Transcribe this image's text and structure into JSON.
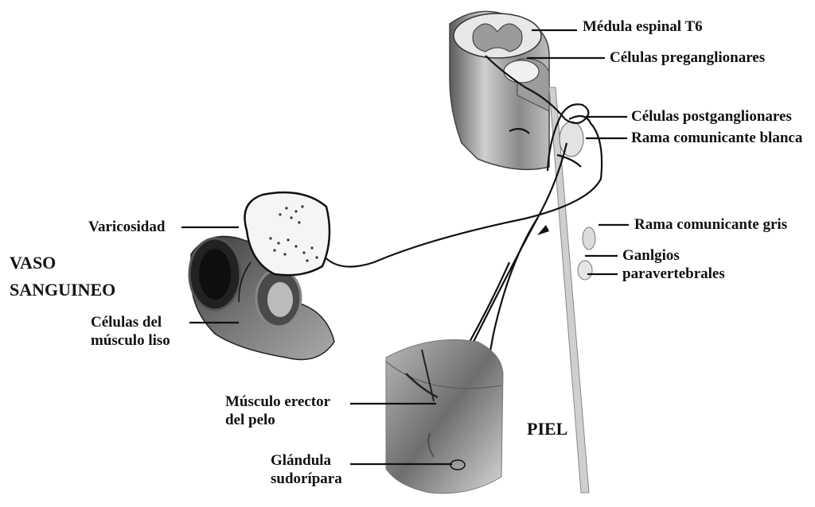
{
  "labels": {
    "medula": "Médula espinal T6",
    "pregang": "Células preganglionares",
    "postgang": "Células postganglionares",
    "rama_blanca": "Rama comunicante blanca",
    "varicosidad": "Varicosidad",
    "rama_gris": "Rama comunicante gris",
    "ganglios_1": "Ganlgios",
    "ganglios_2": "paravertebrales",
    "vaso_1": "VASO",
    "vaso_2": "SANGUINEO",
    "musculo_liso_1": "Células del",
    "musculo_liso_2": "músculo liso",
    "erector_1": "Músculo erector",
    "erector_2": "del pelo",
    "piel": "PIEL",
    "glandula_1": "Glándula",
    "glandula_2": "sudorípara"
  }
}
